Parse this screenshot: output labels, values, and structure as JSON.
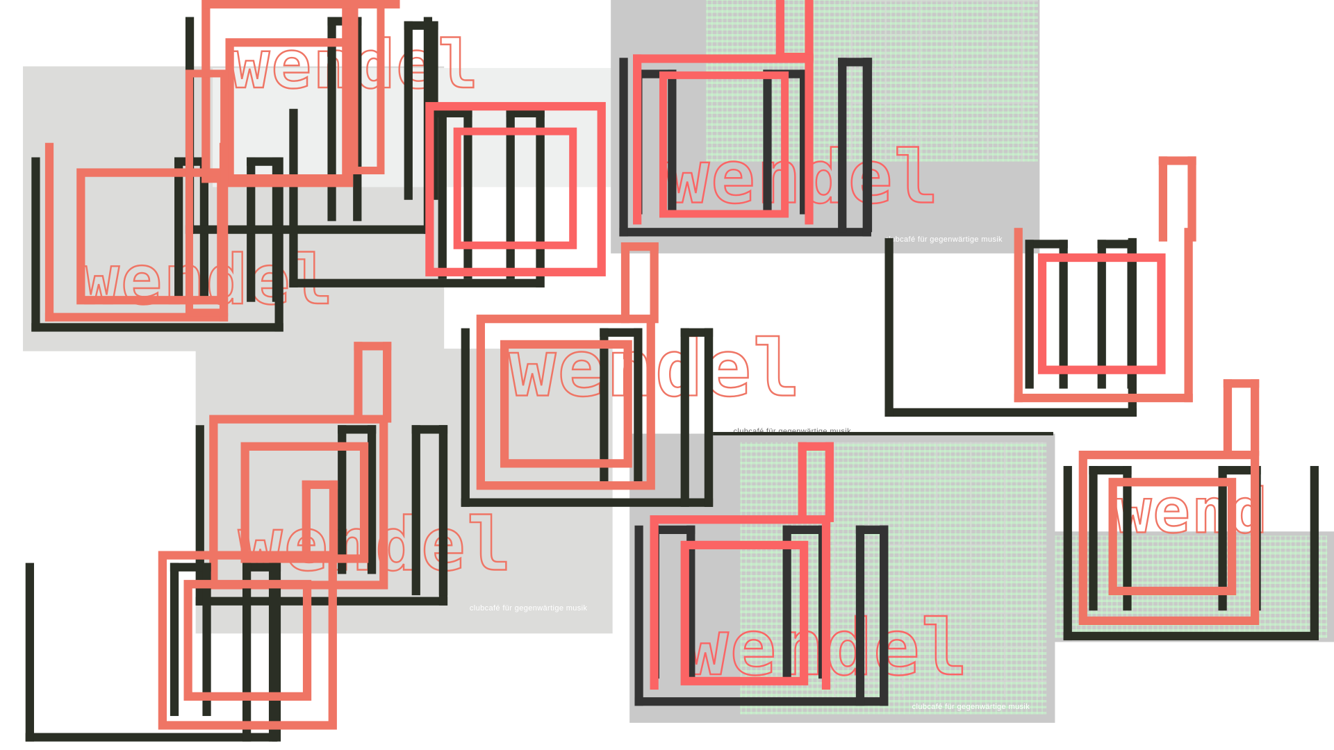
{
  "artwork": {
    "logo_text": "wendel",
    "tagline": "clubcafé für gegenwärtige musik",
    "colors": {
      "background": "#ffffff",
      "dark_stroke": "#2b2f25",
      "coral_stroke": "#ef7565",
      "red_stroke": "#fb6464",
      "grey_panel": "#c9c9c9",
      "light_panel": "#dcdcda",
      "paper": "#eef0ef",
      "green_texture": "#c8ffcd"
    },
    "logos": [
      {
        "id": "logo-top-left",
        "text": "wendel"
      },
      {
        "id": "logo-left-middle",
        "text": "wendel"
      },
      {
        "id": "logo-top-right",
        "text": "wendel"
      },
      {
        "id": "logo-center",
        "text": "wendel"
      },
      {
        "id": "logo-bottom-left",
        "text": "wendel"
      },
      {
        "id": "logo-bottom-center",
        "text": "wendel"
      },
      {
        "id": "logo-right-edge",
        "text": "wend"
      }
    ],
    "taglines": [
      {
        "id": "tagline-top-right",
        "text": "clubcafé für gegenwärtige musik"
      },
      {
        "id": "tagline-center",
        "text": "clubcafé für gegenwärtige musik"
      },
      {
        "id": "tagline-bottom-left",
        "text": "clubcafé für gegenwärtige musik"
      },
      {
        "id": "tagline-bottom-center",
        "text": "clubcafé für gegenwärtige musik"
      }
    ]
  }
}
